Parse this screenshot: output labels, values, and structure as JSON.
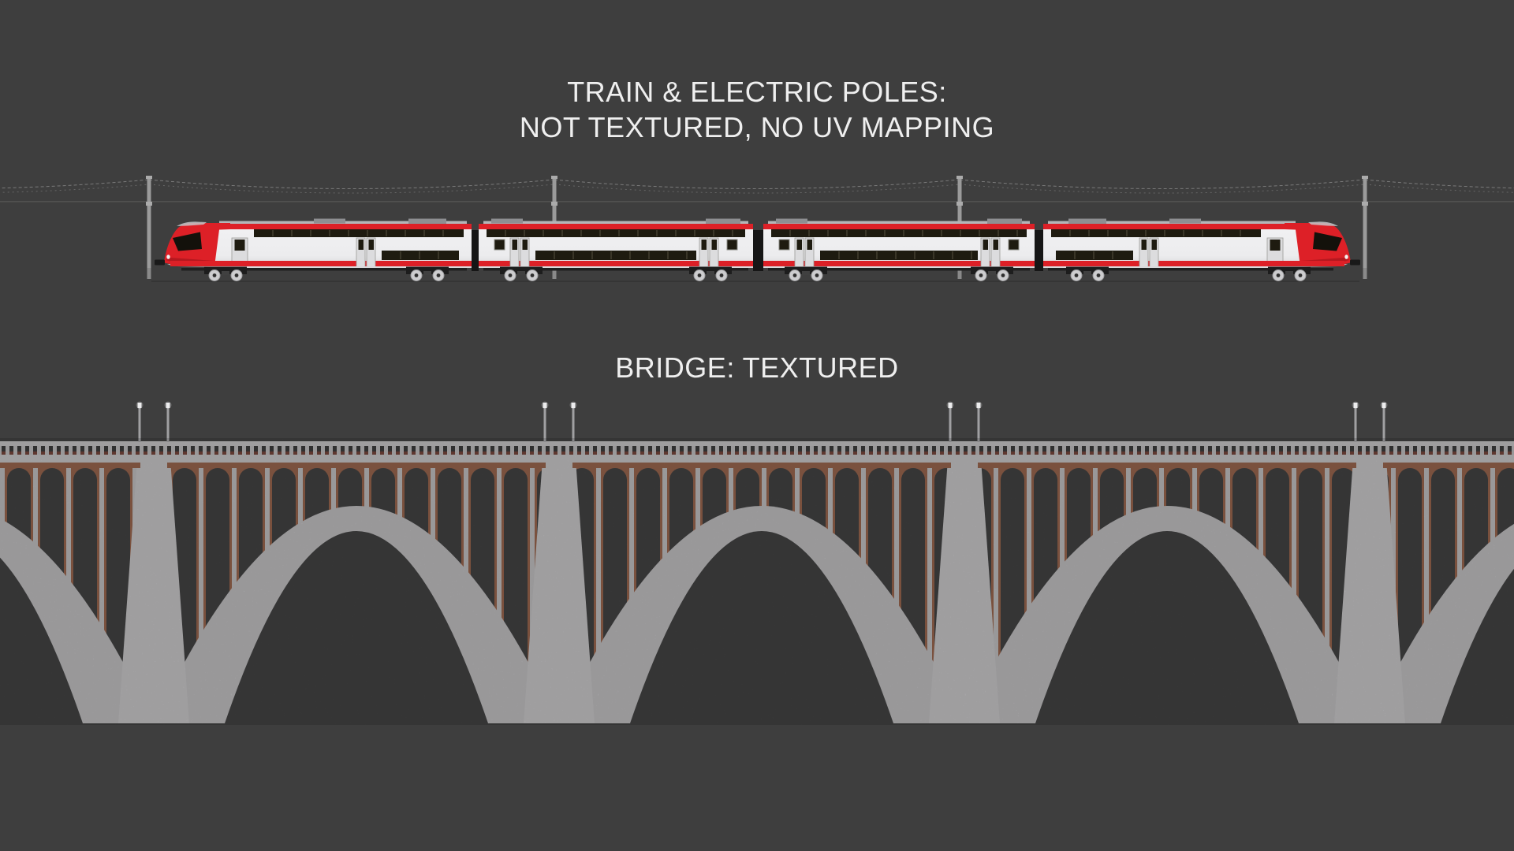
{
  "scene": {
    "annotation_top": {
      "line1": "TRAIN & ELECTRIC POLES:",
      "line2": "NOT TEXTURED, NO UV MAPPING"
    },
    "annotation_bridge": "BRIDGE: TEXTURED",
    "objects": {
      "train": {
        "label": "bilevel passenger train",
        "cars": 4,
        "textured": false,
        "uv_mapping": false
      },
      "electric_poles": {
        "label": "electric poles",
        "count": 4,
        "textured": false,
        "uv_mapping": false
      },
      "bridge": {
        "label": "stone arch viaduct",
        "textured": true,
        "visible_piers": 4,
        "visible_full_arches": 3,
        "lamp_posts_per_pier": 2
      }
    },
    "colors": {
      "background": "#3e3e3e",
      "text": "#efefef",
      "train_red": "#dd2027",
      "train_red_shade": "#a4161d",
      "train_body": "#ececee",
      "train_body_shade": "#d9d9db",
      "window_dark": "#1e1b10",
      "window_frame": "#55513f",
      "roof_silver": "#b4b5b8",
      "roof_gray": "#8e8f92",
      "underframe": "#1d1d1d",
      "wheel": "#cdcdcf",
      "wheel_hub": "#2e2e2e",
      "gangway": "#161616",
      "pole_gray": "#9b9b9b",
      "wire_gray": "#8f8f8f",
      "stone": "#b3b2b4",
      "stone_light": "#bab9bb",
      "brown": "#8f5f49",
      "slot_dark": "#393939",
      "slot_red": "#6f4137",
      "opening_dark": "#3e3e3f",
      "lamp_pole": "#a0a0a2",
      "lamp_bulb": "#ededee",
      "ground_line": "#515150",
      "rail_shadow": "#353535"
    }
  }
}
